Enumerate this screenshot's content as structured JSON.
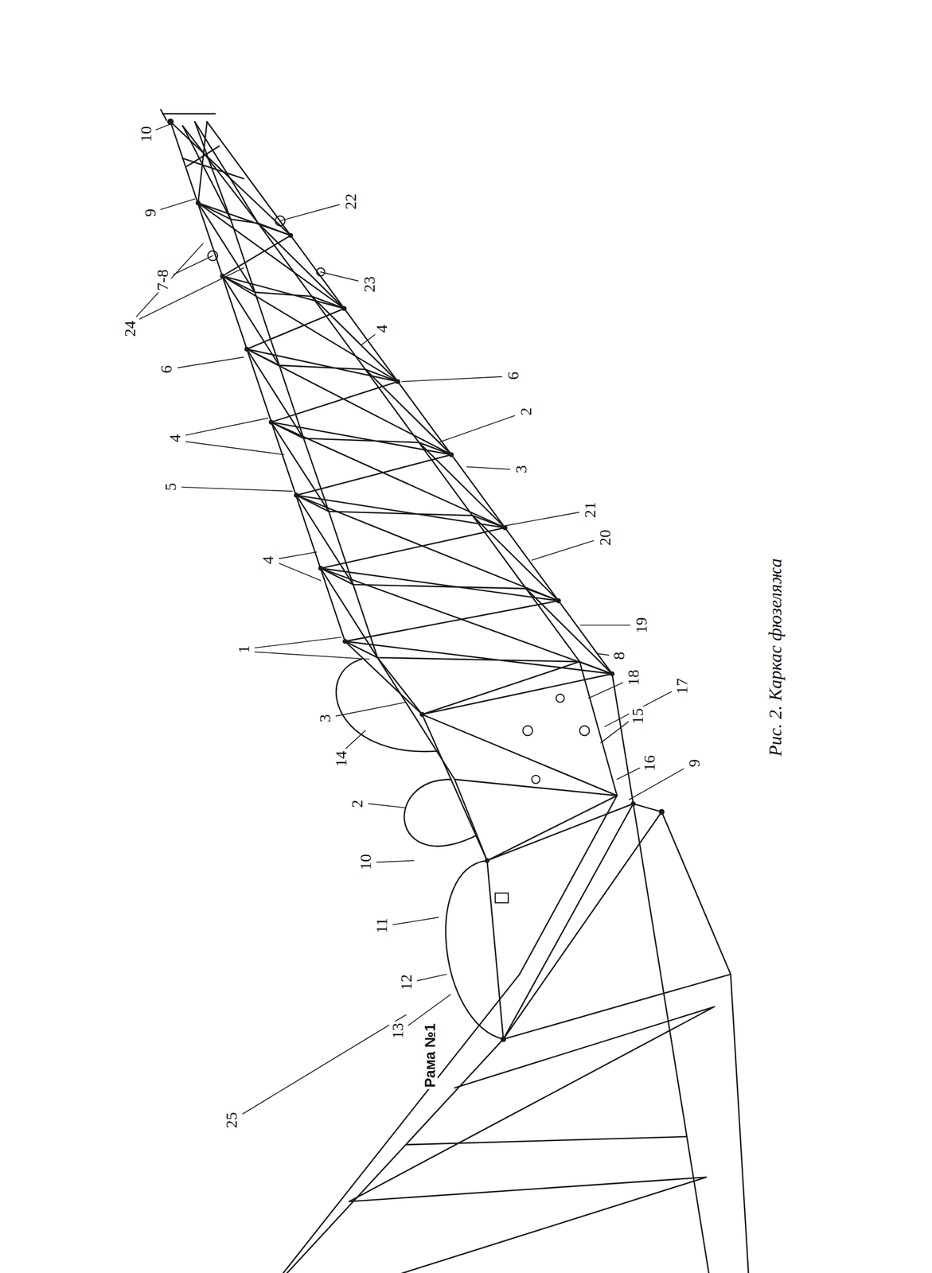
{
  "diagram": {
    "caption": "Рис. 2. Каркас фюзеляжа",
    "labels": [
      "10",
      "9",
      "22",
      "7-8",
      "23",
      "24",
      "4",
      "6",
      "6",
      "4",
      "2",
      "5",
      "3",
      "21",
      "20",
      "4",
      "19",
      "1",
      "8",
      "18",
      "17",
      "15",
      "3",
      "14",
      "16",
      "9",
      "2",
      "10",
      "11",
      "12",
      "13",
      "Рама №1",
      "25"
    ]
  }
}
